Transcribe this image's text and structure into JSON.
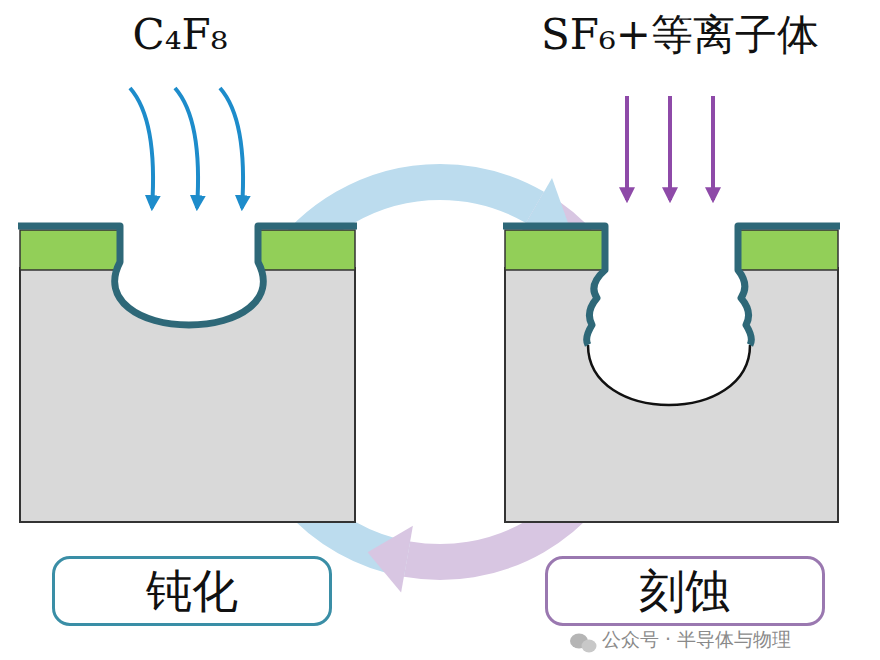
{
  "diagram": {
    "nodes": [
      {
        "text": [
          "钝化"
        ]
      },
      {
        "text": [
          "刻蚀"
        ]
      }
    ],
    "labels": [
      "C₄F₈",
      "SF₆+等离子体",
      "公众号 · 半导体与物理"
    ]
  }
}
